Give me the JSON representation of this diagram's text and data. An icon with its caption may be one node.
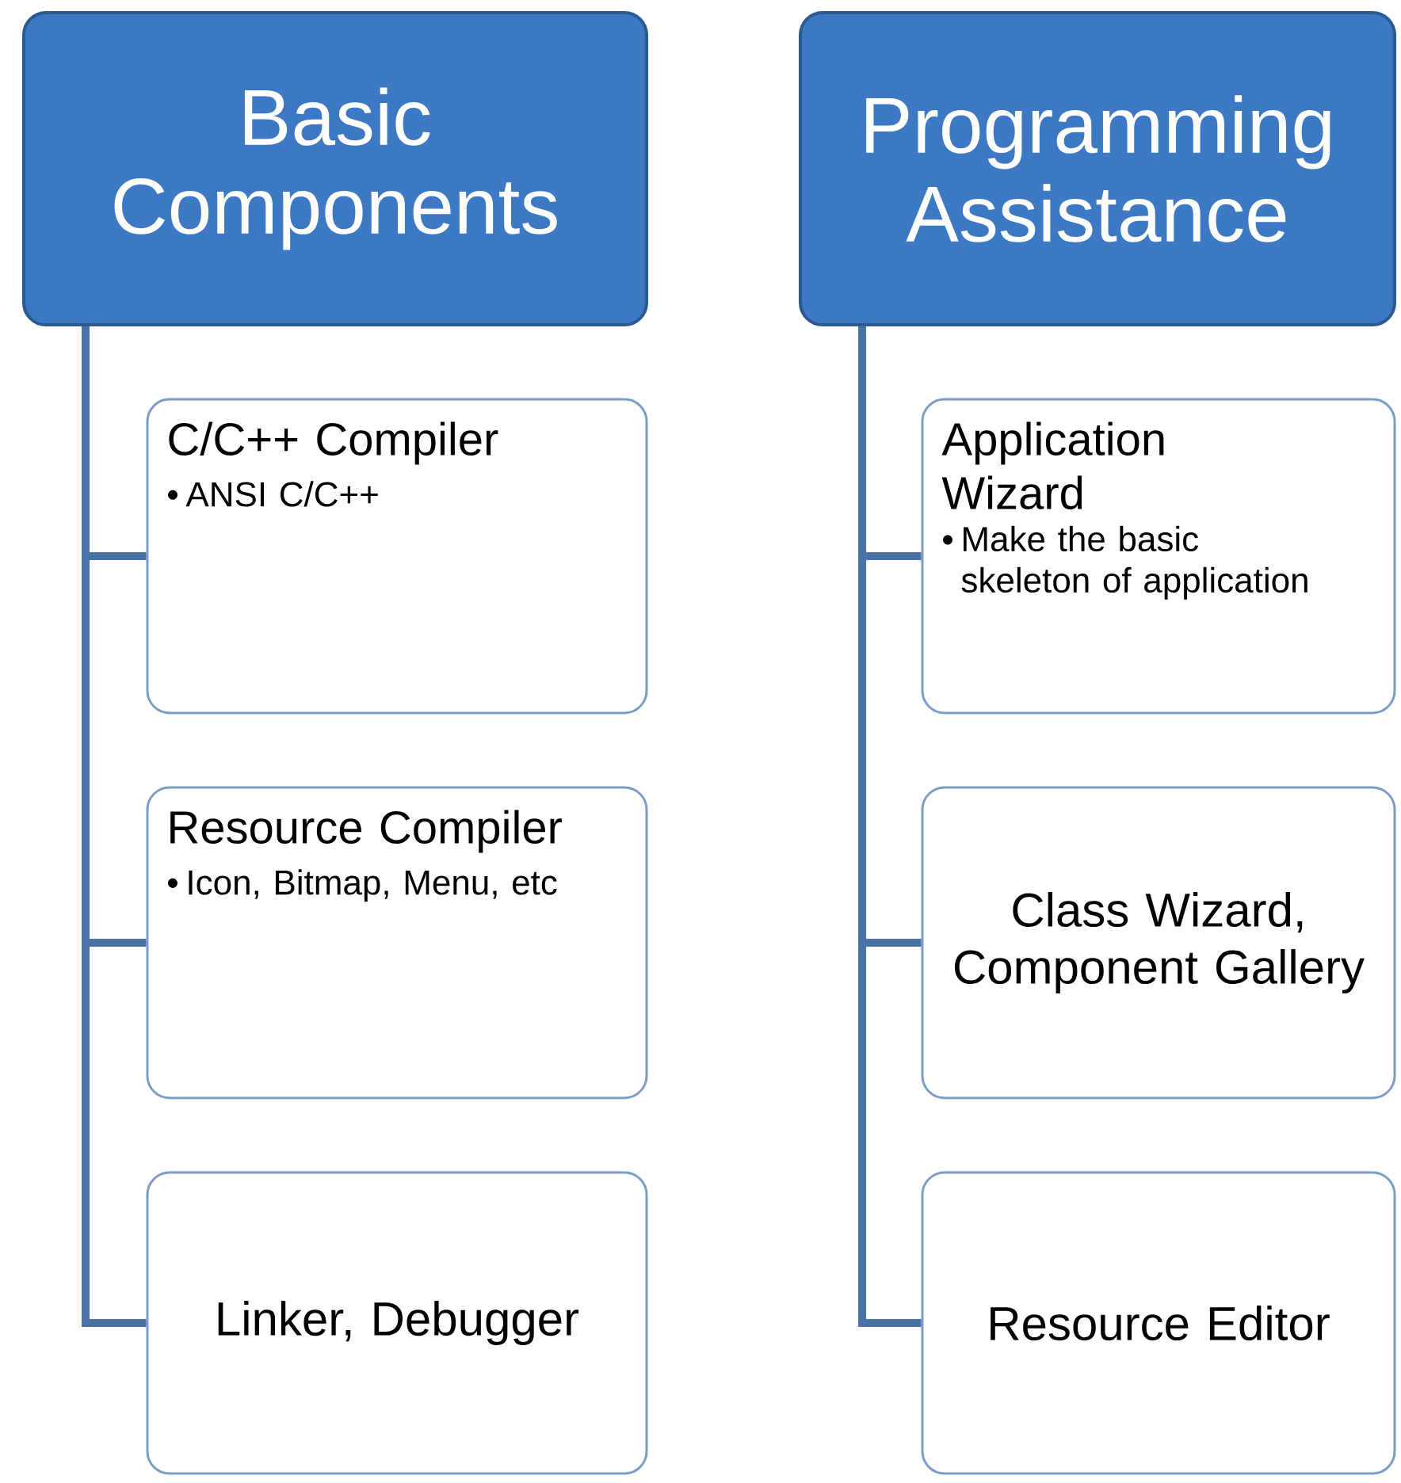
{
  "diagram": {
    "nodes": [
      {
        "text": [
          "Basic Components"
        ]
      },
      {
        "text": [
          "C/C++ Compiler",
          "ANSI C/C++"
        ]
      },
      {
        "text": [
          "Resource Compiler",
          "Icon, Bitmap, Menu, etc"
        ]
      },
      {
        "text": [
          "Linker, Debugger"
        ]
      },
      {
        "text": [
          "Programming Assistance"
        ]
      },
      {
        "text": [
          "Application Wizard",
          "Make the basic skeleton of application"
        ]
      },
      {
        "text": [
          "Class Wizard, Component Gallery"
        ]
      },
      {
        "text": [
          "Resource Editor"
        ]
      }
    ],
    "edges": [
      {
        "from": 0,
        "to": 1,
        "arrow": "none"
      },
      {
        "from": 0,
        "to": 2,
        "arrow": "none"
      },
      {
        "from": 0,
        "to": 3,
        "arrow": "none"
      },
      {
        "from": 4,
        "to": 5,
        "arrow": "none"
      },
      {
        "from": 4,
        "to": 6,
        "arrow": "none"
      },
      {
        "from": 4,
        "to": 7,
        "arrow": "none"
      }
    ]
  }
}
